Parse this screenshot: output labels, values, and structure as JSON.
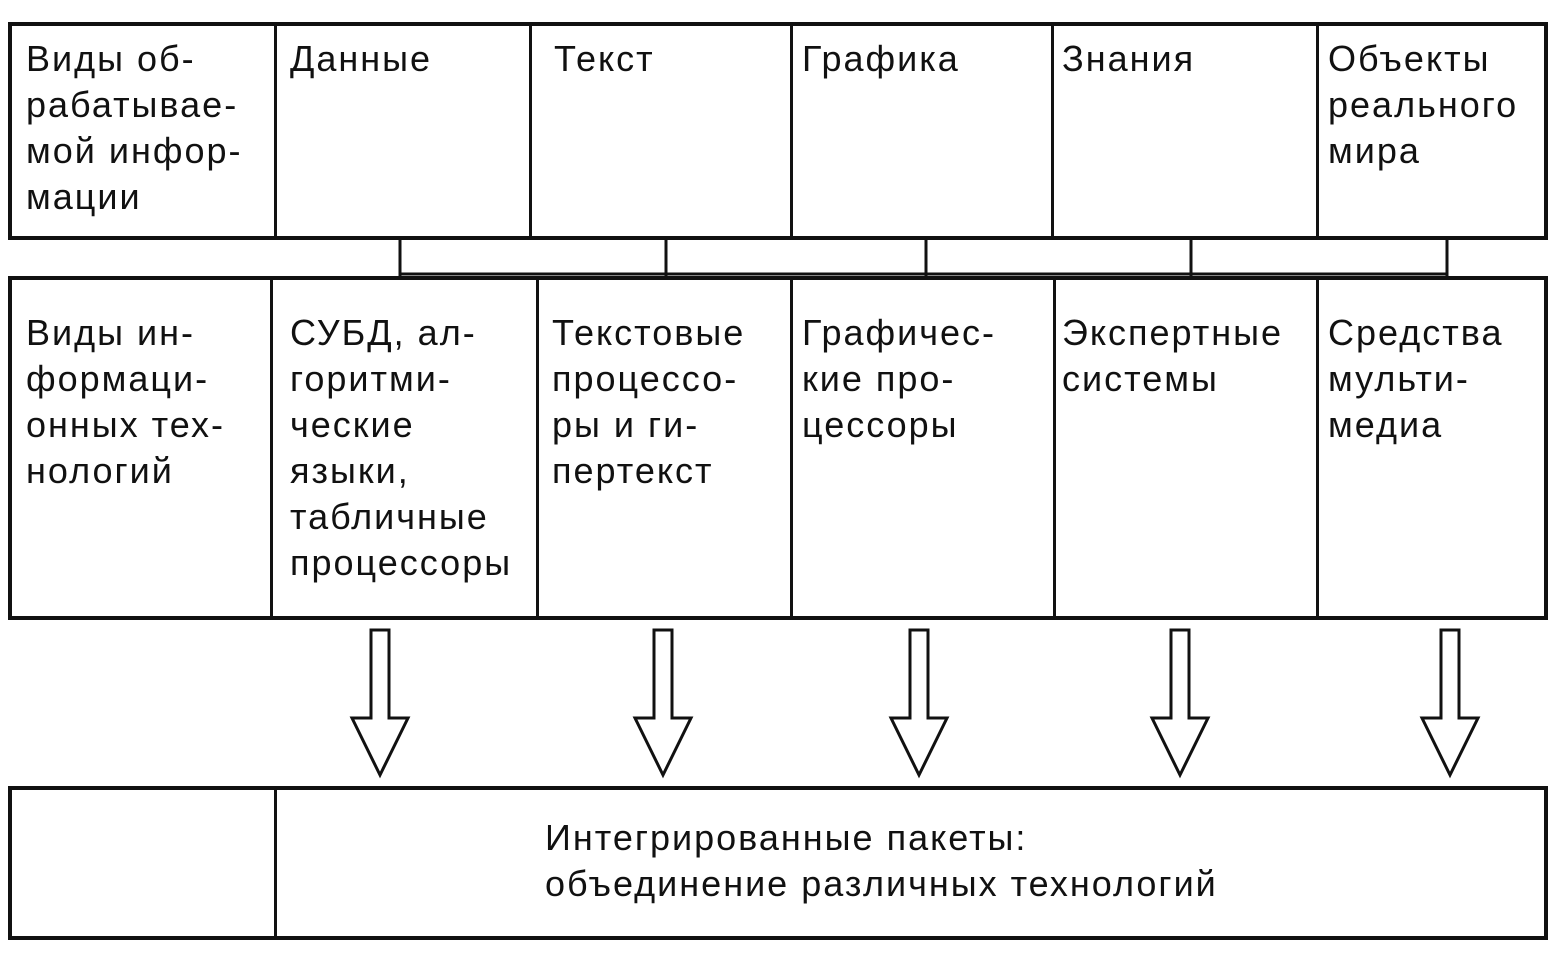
{
  "top_row": {
    "header": "Виды об-\nрабатывае-\nмой инфор-\nмации",
    "cells": [
      "Данные",
      "Текст",
      "Графика",
      "Знания",
      "Объекты\nреального\nмира"
    ]
  },
  "middle_row": {
    "header": "Виды ин-\nформаци-\nонных тех-\nнологий",
    "cells": [
      "СУБД, ал-\nгоритми-\nческие\nязыки,\nтабличные\nпроцессоры",
      "Текстовые\nпроцессо-\nры и ги-\nпертекст",
      "Графичес-\nкие про-\nцессоры",
      "Экспертные\nсистемы",
      "Средства\nмульти-\nмедиа"
    ]
  },
  "bottom_row": {
    "header": "",
    "label": "Интегрированные пакеты:\nобъединение различных технологий"
  },
  "colors": {
    "line": "#111111",
    "background": "#ffffff"
  }
}
